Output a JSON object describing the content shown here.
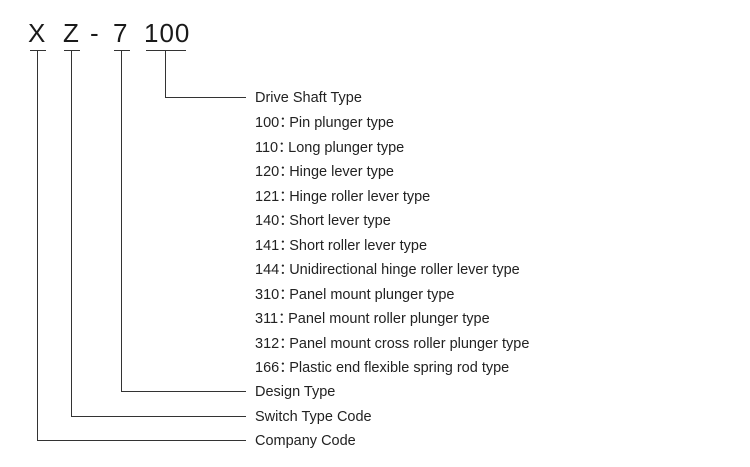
{
  "model_code": {
    "company": "X",
    "switch_type": "Z",
    "dash": "-",
    "design": "7",
    "drive_shaft": "100"
  },
  "drive_shaft": {
    "heading": "Drive Shaft Type",
    "options": [
      {
        "code": "100",
        "sep": "：",
        "text": "Pin plunger type"
      },
      {
        "code": "110",
        "sep": "：",
        "text": "Long plunger type"
      },
      {
        "code": "120",
        "sep": "：",
        "text": "Hinge lever type"
      },
      {
        "code": "121",
        "sep": "：",
        "text": "Hinge roller lever type"
      },
      {
        "code": "140",
        "sep": "：",
        "text": "Short lever type"
      },
      {
        "code": "141",
        "sep": "：",
        "text": "Short roller lever type"
      },
      {
        "code": "144",
        "sep": "：",
        "text": "Unidirectional hinge roller lever type"
      },
      {
        "code": "310",
        "sep": "：",
        "text": "Panel mount plunger type"
      },
      {
        "code": "311",
        "sep": "：",
        "text": "Panel mount roller plunger type"
      },
      {
        "code": "312",
        "sep": "：",
        "text": "Panel mount cross roller plunger type"
      },
      {
        "code": "166",
        "sep": "：",
        "text": "Plastic end flexible spring rod type"
      }
    ]
  },
  "labels": {
    "design": "Design Type",
    "switch_type": "Switch Type Code",
    "company": "Company Code"
  },
  "colors": {
    "line": "#333333",
    "text": "#222222"
  }
}
